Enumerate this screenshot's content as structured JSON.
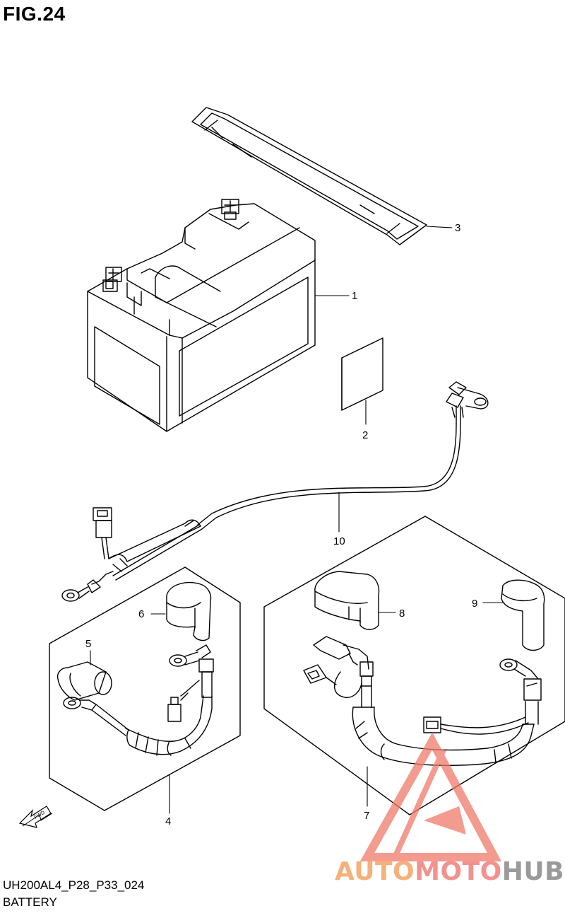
{
  "figure": {
    "title": "FIG.24"
  },
  "callouts": [
    {
      "id": "1",
      "label": "1"
    },
    {
      "id": "2",
      "label": "2"
    },
    {
      "id": "3",
      "label": "3"
    },
    {
      "id": "4",
      "label": "4"
    },
    {
      "id": "5",
      "label": "5"
    },
    {
      "id": "6",
      "label": "6"
    },
    {
      "id": "7",
      "label": "7"
    },
    {
      "id": "8",
      "label": "8"
    },
    {
      "id": "9",
      "label": "9"
    },
    {
      "id": "10",
      "label": "10"
    }
  ],
  "direction_marker": {
    "label": "FWD",
    "icon": "fwd-arrow-icon"
  },
  "footer": {
    "code": "UH200AL4_P28_P33_024",
    "name": "BATTERY"
  },
  "watermark": {
    "part_a": "AUTO",
    "part_b": "MOTO",
    "part_c": "HUB",
    "color_a": "#f6b07a",
    "color_b": "#f2928e",
    "color_c": "#9a9a9a",
    "logo_color": "#f07a6a"
  }
}
